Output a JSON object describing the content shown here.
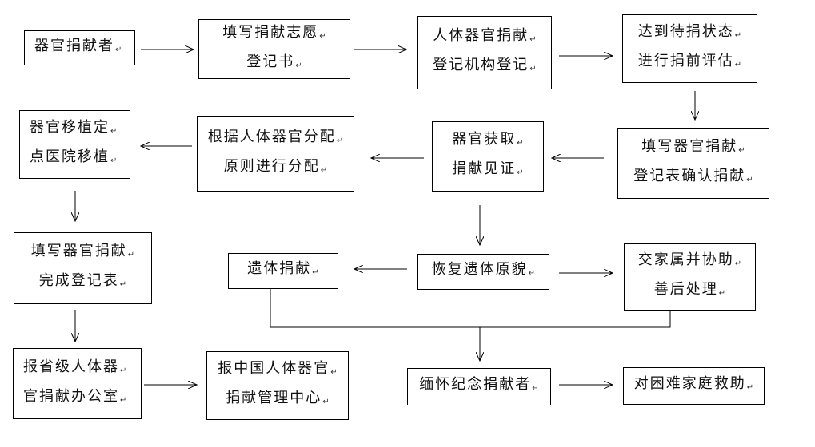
{
  "paragraph_mark": "↵",
  "nodes": {
    "donor": {
      "lines": [
        "器官捐献者"
      ]
    },
    "fill_form": {
      "lines": [
        "填写捐献志愿",
        "登记书"
      ]
    },
    "registry": {
      "lines": [
        "人体器官捐献",
        "登记机构登记"
      ]
    },
    "pre_eval": {
      "lines": [
        "达到待捐状态",
        "进行捐前评估"
      ]
    },
    "confirm": {
      "lines": [
        "填写器官捐献",
        "登记表确认捐献"
      ]
    },
    "harvest": {
      "lines": [
        "器官获取",
        "捐献见证"
      ]
    },
    "allocate": {
      "lines": [
        "根据人体器官分配",
        "原则进行分配"
      ]
    },
    "transplant": {
      "lines": [
        "器官移植定",
        "点医院移植"
      ]
    },
    "complete_form": {
      "lines": [
        "填写器官捐献",
        "完成登记表"
      ]
    },
    "restore": {
      "lines": [
        "恢复遗体原貌"
      ]
    },
    "body_donation": {
      "lines": [
        "遗体捐献"
      ]
    },
    "family": {
      "lines": [
        "交家属并协助",
        "善后处理"
      ]
    },
    "provincial": {
      "lines": [
        "报省级人体器",
        "官捐献办公室"
      ]
    },
    "national": {
      "lines": [
        "报中国人体器官",
        "捐献管理中心"
      ]
    },
    "memorial": {
      "lines": [
        "缅怀纪念捐献者"
      ]
    },
    "family_aid": {
      "lines": [
        "对困难家庭救助"
      ]
    }
  }
}
